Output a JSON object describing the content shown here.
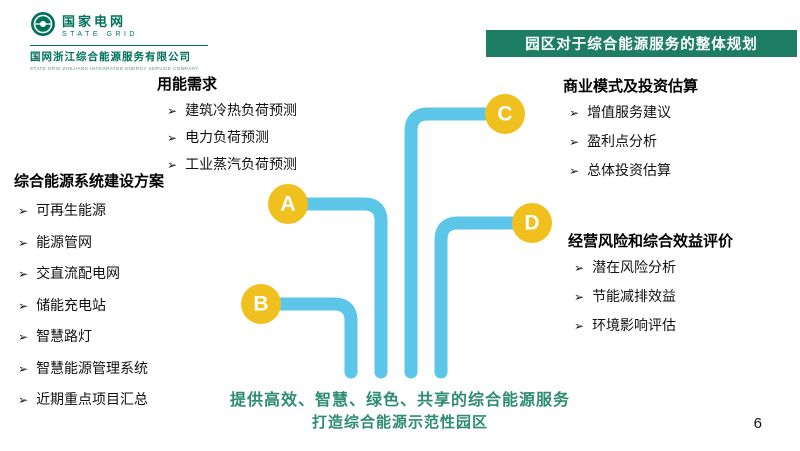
{
  "header": {
    "logo": {
      "brand_cn": "国家电网",
      "brand_en": "STATE GRID",
      "company_cn": "国网浙江综合能源服务有限公司",
      "company_en": "STATE GRID ZHEJIANG INTEGRATED ENERGY SERVICE COMPANY"
    },
    "title_banner": "园区对于综合能源服务的整体规划"
  },
  "bullet": "➢",
  "sections": {
    "demand": {
      "heading": "用能需求",
      "items": [
        "建筑冷热负荷预测",
        "电力负荷预测",
        "工业蒸汽负荷预测"
      ]
    },
    "construction": {
      "heading": "综合能源系统建设方案",
      "items": [
        "可再生能源",
        "能源管网",
        "交直流配电网",
        "储能充电站",
        "智慧路灯",
        "智慧能源管理系统",
        "近期重点项目汇总"
      ]
    },
    "business": {
      "heading": "商业模式及投资估算",
      "items": [
        "增值服务建议",
        "盈利点分析",
        "总体投资估算"
      ]
    },
    "risk": {
      "heading": "经营风险和综合效益评价",
      "items": [
        "潜在风险分析",
        "节能减排效益",
        "环境影响评估"
      ]
    }
  },
  "nodes": {
    "a": "A",
    "b": "B",
    "c": "C",
    "d": "D"
  },
  "footer": {
    "slogan_line1": "提供高效、智慧、绿色、共享的综合能源服务",
    "slogan_line2": "打造综合能源示范性园区",
    "page_number": "6"
  },
  "colors": {
    "branch_blue": "#5BC6E8",
    "node_yellow": "#F0C11E",
    "banner_green": "#1E7E63",
    "slogan_green": "#2E8C72",
    "brand_green": "#00715C"
  }
}
